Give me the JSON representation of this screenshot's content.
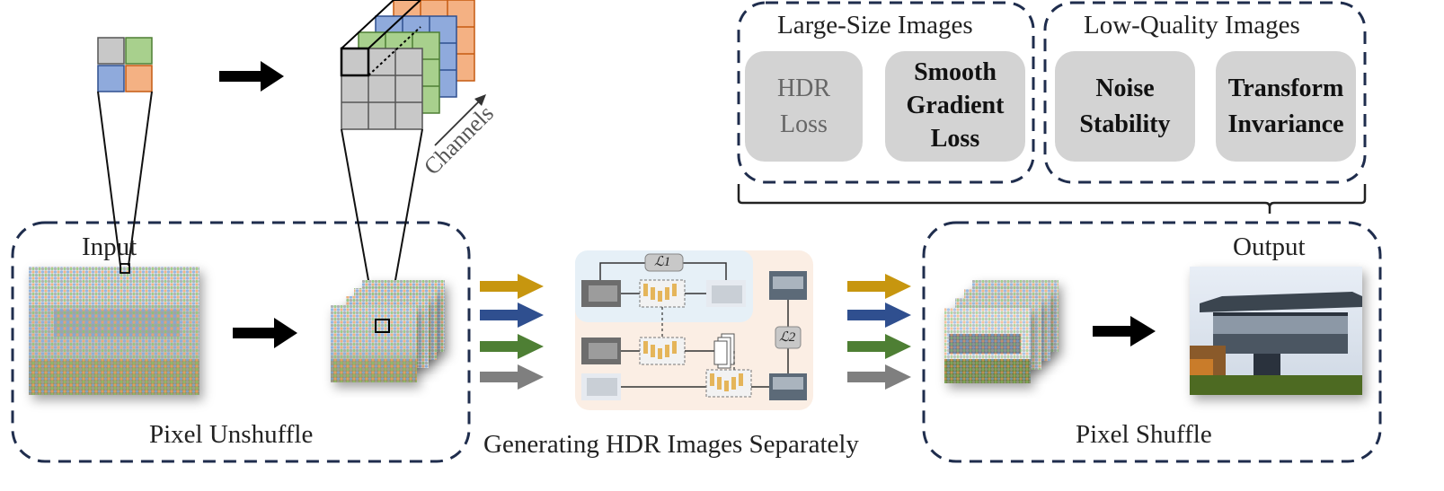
{
  "input_label": "Input",
  "output_label": "Output",
  "pixel_unshuffle_label": "Pixel Unshuffle",
  "pixel_shuffle_label": "Pixel Shuffle",
  "generating_label": "Generating HDR Images Separately",
  "channels_label": "Channels",
  "large_size_title": "Large-Size Images",
  "low_quality_title": "Low-Quality Images",
  "loss_l1": "ℒ1",
  "loss_l2": "ℒ2",
  "pills": {
    "hdr_loss": [
      "HDR",
      "Loss"
    ],
    "smooth_gradient_loss": [
      "Smooth",
      "Gradient",
      "Loss"
    ],
    "noise_stability": [
      "Noise",
      "Stability"
    ],
    "transform_invariance": [
      "Transform",
      "Invariance"
    ]
  },
  "colors": {
    "border": "#1f2d4d",
    "gold": "#c7960f",
    "blue": "#2f4f8f",
    "green": "#4e7f34",
    "gray": "#7f7f7f",
    "cell_gray": "#c8c8c8",
    "cell_green": "#a8d08d",
    "cell_blue": "#8faadc",
    "cell_orange": "#f4b183"
  }
}
